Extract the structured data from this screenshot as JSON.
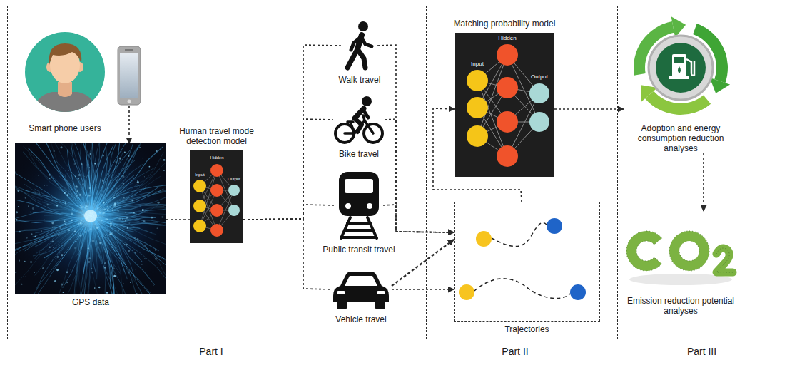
{
  "diagram": {
    "nodes": [
      {
        "text": [
          "Part I"
        ]
      },
      {
        "text": [
          "Smart phone users"
        ],
        "in": 0
      },
      {
        "text": [
          "GPS data"
        ],
        "in": 0
      },
      {
        "text": [
          "Human travel mode detection model",
          "Input",
          "Hidden",
          "Output"
        ],
        "in": 0
      },
      {
        "text": [
          "Walk travel"
        ],
        "in": 0
      },
      {
        "text": [
          "Bike travel"
        ],
        "in": 0
      },
      {
        "text": [
          "Public transit travel"
        ],
        "in": 0
      },
      {
        "text": [
          "Vehicle travel"
        ],
        "in": 0
      },
      {
        "text": [
          "Part II"
        ]
      },
      {
        "text": [
          "Matching probability model",
          "Input",
          "Hidden",
          "Output"
        ],
        "in": 8
      },
      {
        "text": [
          "Trajectories"
        ],
        "in": 8
      },
      {
        "text": [
          "Part III"
        ]
      },
      {
        "text": [
          "Adoption and energy consumption reduction analyses"
        ],
        "in": 11
      },
      {
        "text": [
          "Emission reduction potential analyses"
        ],
        "in": 11
      }
    ],
    "edges": [
      {
        "from": 1,
        "to": 2,
        "arrow": "to"
      },
      {
        "from": 2,
        "to": 3,
        "arrow": "none"
      },
      {
        "from": 3,
        "to": 4,
        "arrow": "none"
      },
      {
        "from": 3,
        "to": 5,
        "arrow": "none"
      },
      {
        "from": 3,
        "to": 6,
        "arrow": "none"
      },
      {
        "from": 3,
        "to": 7,
        "arrow": "none"
      },
      {
        "from": 4,
        "to": 10,
        "arrow": "to"
      },
      {
        "from": 5,
        "to": 10,
        "arrow": "to"
      },
      {
        "from": 6,
        "to": 10,
        "arrow": "to"
      },
      {
        "from": 7,
        "to": 10,
        "arrow": "to"
      },
      {
        "from": 7,
        "to": 10,
        "arrow": "to"
      },
      {
        "from": 10,
        "to": 9,
        "arrow": "to"
      },
      {
        "from": 9,
        "to": 12,
        "arrow": "to"
      },
      {
        "from": 12,
        "to": 13,
        "arrow": "to"
      }
    ]
  }
}
